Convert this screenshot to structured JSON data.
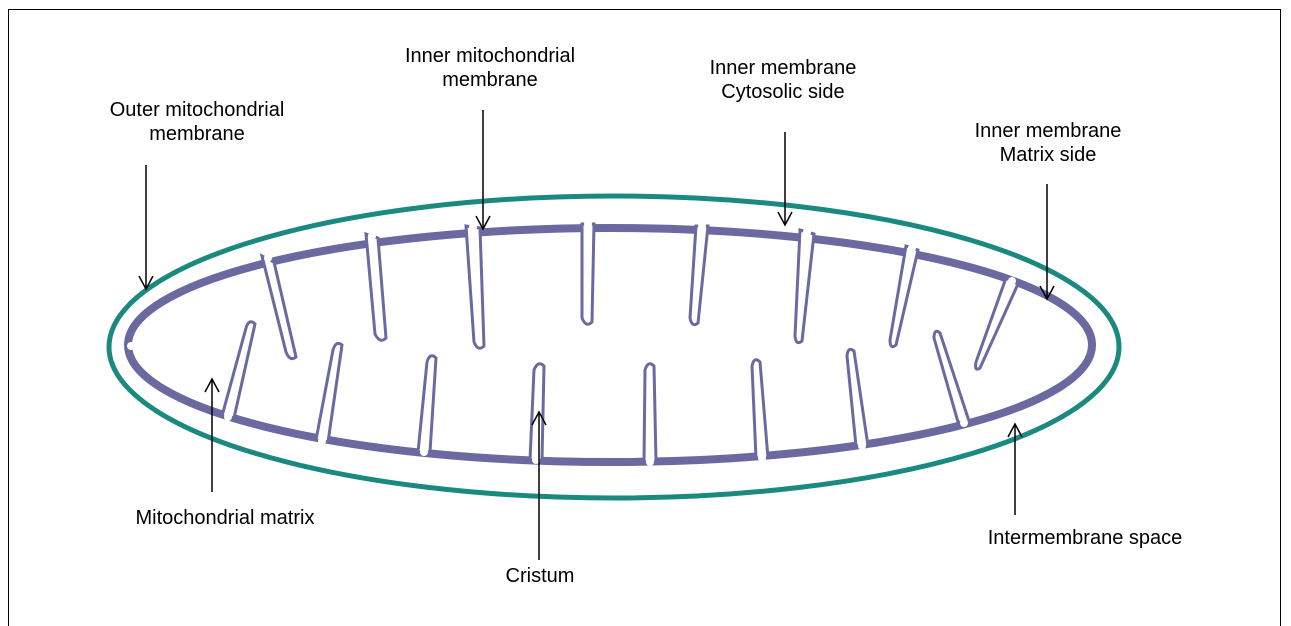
{
  "labels": {
    "outer_membrane": [
      "Outer mitochondrial",
      "membrane"
    ],
    "inner_membrane": [
      "Inner mitochondrial",
      "membrane"
    ],
    "inner_cytosolic": [
      "Inner membrane",
      "Cytosolic side"
    ],
    "inner_matrix": [
      "Inner membrane",
      "Matrix side"
    ],
    "matrix": [
      "Mitochondrial matrix"
    ],
    "cristum": [
      "Cristum"
    ],
    "intermembrane": [
      "Intermembrane space"
    ]
  },
  "colors": {
    "outer_membrane": "#1a8a80",
    "inner_membrane": "#6a6aa0",
    "text": "#000000",
    "arrow": "#000000"
  }
}
